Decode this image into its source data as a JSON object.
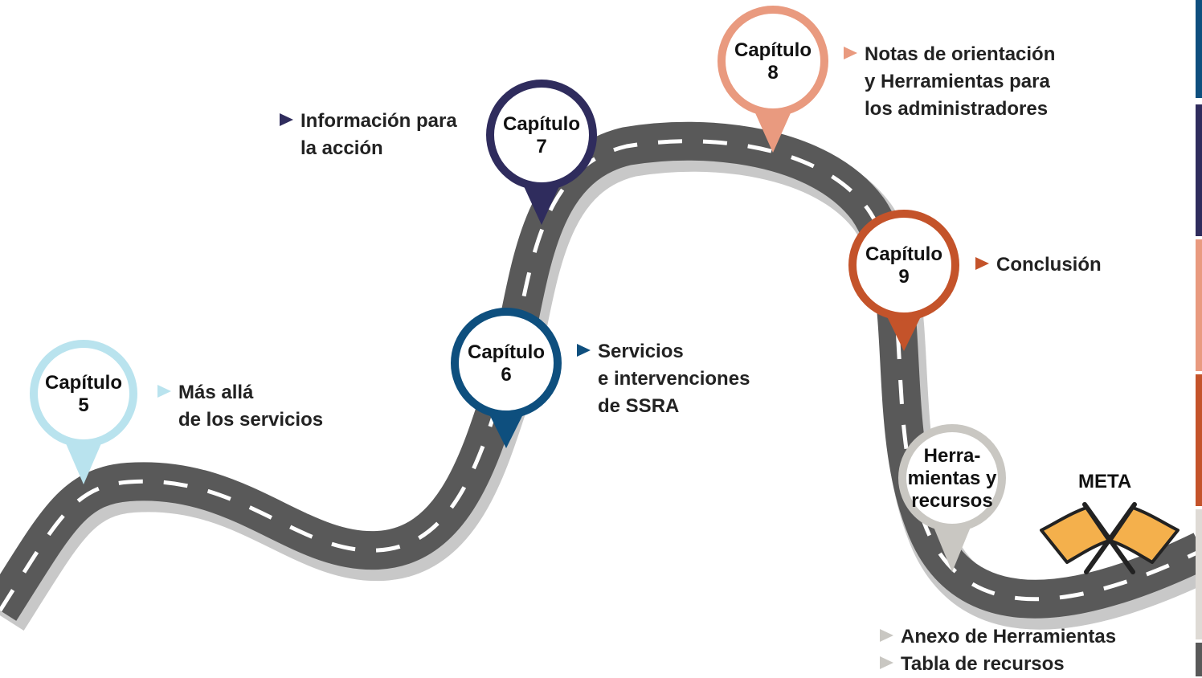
{
  "top_text_partial": "",
  "pins": [
    {
      "id": "ch5",
      "line1": "Capítulo",
      "line2": "5",
      "color": "#b9e3ee"
    },
    {
      "id": "ch6",
      "line1": "Capítulo",
      "line2": "6",
      "color": "#0e4f7e"
    },
    {
      "id": "ch7",
      "line1": "Capítulo",
      "line2": "7",
      "color": "#2f2c5d"
    },
    {
      "id": "ch8",
      "line1": "Capítulo",
      "line2": "8",
      "color": "#e99a7f"
    },
    {
      "id": "ch9",
      "line1": "Capítulo",
      "line2": "9",
      "color": "#c4532a"
    },
    {
      "id": "tools",
      "line1": "Herra-",
      "line2": "mientas y",
      "line3": "recursos",
      "color": "#c9c7c2"
    }
  ],
  "descriptions": {
    "ch5": {
      "lines": [
        "Más allá",
        "de los servicios"
      ],
      "arrow_color": "#b9e3ee"
    },
    "ch6": {
      "lines": [
        "Servicios",
        "e intervenciones",
        "de SSRA"
      ],
      "arrow_color": "#0e4f7e"
    },
    "ch7": {
      "lines": [
        "Información para",
        "la acción"
      ],
      "arrow_color": "#2f2c5d"
    },
    "ch8": {
      "lines": [
        "Notas de orientación",
        "y Herramientas para",
        "los administradores"
      ],
      "arrow_color": "#e99a7f"
    },
    "ch9": {
      "lines": [
        "Conclusión"
      ],
      "arrow_color": "#c4532a"
    },
    "tools": {
      "items": [
        "Anexo de Herramientas",
        "Tabla de recursos"
      ],
      "arrow_color": "#c9c7c2"
    }
  },
  "meta_label": "META",
  "colors": {
    "road": "#595959",
    "road_shadow": "#c8c8c8",
    "dash": "#ffffff",
    "flag": "#f4b04c"
  },
  "sidebar_tabs": [
    "#0e4f7e",
    "#2f2c5d",
    "#e99a7f",
    "#c4532a",
    "#dedad5",
    "#595959"
  ]
}
